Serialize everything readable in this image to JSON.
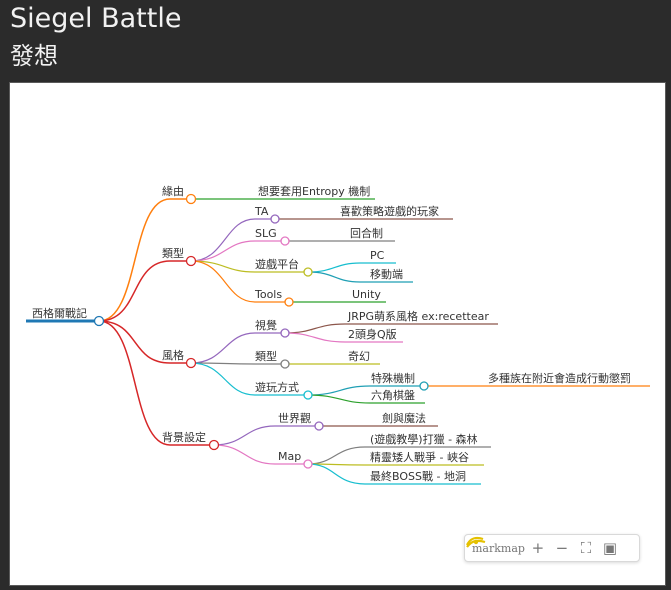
{
  "header": {
    "title": "Siegel Battle",
    "subtitle": "發想"
  },
  "mindmap": {
    "root": "西格爾戰記",
    "nodes": {
      "n1": "緣由",
      "n1a": "想要套用Entropy 機制",
      "n2": "類型",
      "n2a": "TA",
      "n2a1": "喜歡策略遊戲的玩家",
      "n2b": "SLG",
      "n2b1": "回合制",
      "n2c": "遊戲平台",
      "n2c1": "PC",
      "n2c2": "移動端",
      "n2d": "Tools",
      "n2d1": "Unity",
      "n3": "風格",
      "n3a": "視覺",
      "n3a1": "JRPG萌系風格 ex:recettear",
      "n3a2": "2頭身Q版",
      "n3b": "類型",
      "n3b1": "奇幻",
      "n3c": "遊玩方式",
      "n3c1": "特殊機制",
      "n3c1a": "多種族在附近會造成行動懲罰",
      "n3c2": "六角棋盤",
      "n4": "背景設定",
      "n4a": "世界觀",
      "n4a1": "劍與魔法",
      "n4b": "Map",
      "n4b1": "(遊戲教學)打獵 - 森林",
      "n4b2": "精靈矮人戰爭 - 峽谷",
      "n4b3": "最終BOSS戰 - 地洞"
    },
    "colors": {
      "root": "#1f78b4",
      "branch_origin": "#ff7f0e",
      "branch_main": "#d62728",
      "purple": "#9467bd",
      "brown": "#8c564b",
      "pink": "#e377c2",
      "olive": "#bcbd22",
      "cyan": "#17becf",
      "teal": "#1f9fb4",
      "green": "#2ca02c",
      "gray": "#7f7f7f"
    }
  },
  "toolbar": {
    "brand": "markmap",
    "zoom_in": "+",
    "zoom_out": "−",
    "fit": "⛶",
    "toggle": "▣"
  }
}
